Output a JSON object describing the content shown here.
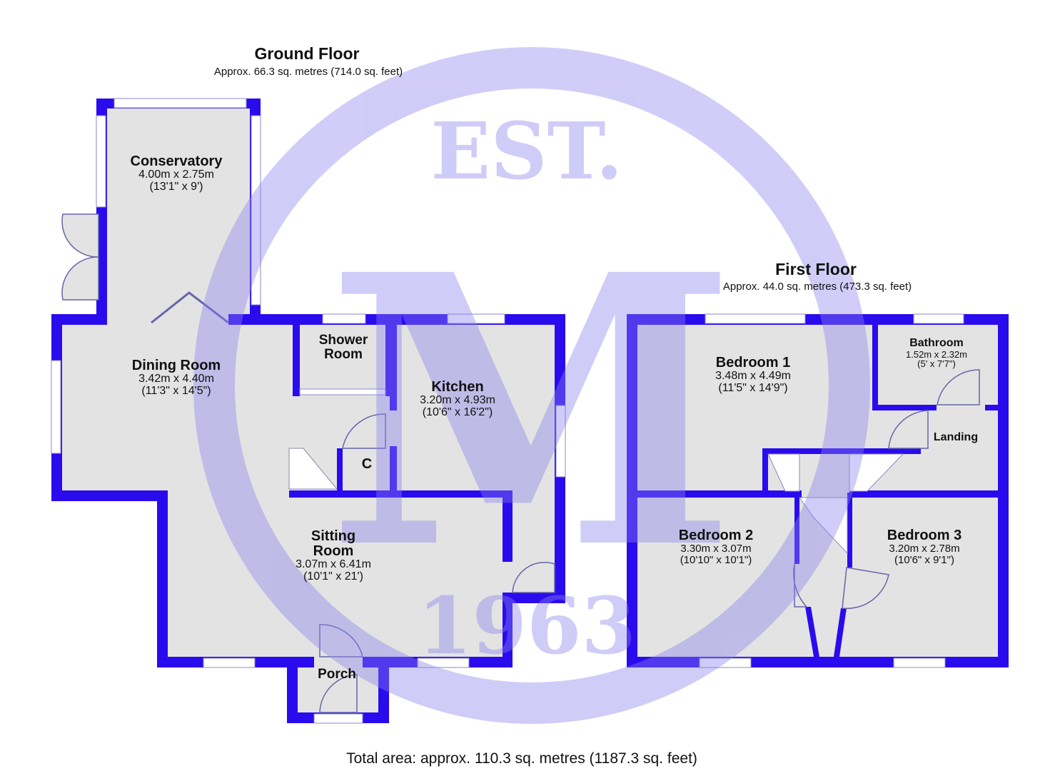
{
  "watermark": {
    "top_text": "EST.",
    "letter": "M",
    "year": "1963"
  },
  "colors": {
    "wall": "#2a0bee",
    "floor": "#e3e3e3",
    "watermark": "#8c82ee"
  },
  "ground_floor": {
    "title": "Ground Floor",
    "area": "Approx. 66.3 sq. metres (714.0 sq. feet)",
    "rooms": [
      {
        "name": "Conservatory",
        "metric": "4.00m x 2.75m",
        "imperial": "(13'1\" x 9')"
      },
      {
        "name": "Dining Room",
        "metric": "3.42m x 4.40m",
        "imperial": "(11'3\" x 14'5\")"
      },
      {
        "name": "Shower Room"
      },
      {
        "name": "Kitchen",
        "metric": "3.20m x 4.93m",
        "imperial": "(10'6\" x 16'2\")"
      },
      {
        "name": "C"
      },
      {
        "name": "Sitting Room",
        "metric": "3.07m x 6.41m",
        "imperial": "(10'1\" x 21')"
      },
      {
        "name": "Porch"
      }
    ]
  },
  "first_floor": {
    "title": "First Floor",
    "area": "Approx. 44.0 sq. metres (473.3 sq. feet)",
    "rooms": [
      {
        "name": "Bedroom 1",
        "metric": "3.48m x 4.49m",
        "imperial": "(11'5\" x 14'9\")"
      },
      {
        "name": "Bathroom",
        "metric": "1.52m x 2.32m",
        "imperial": "(5' x 7'7\")"
      },
      {
        "name": "Landing"
      },
      {
        "name": "Bedroom 2",
        "metric": "3.30m x 3.07m",
        "imperial": "(10'10\" x 10'1\")"
      },
      {
        "name": "Bedroom 3",
        "metric": "3.20m x 2.78m",
        "imperial": "(10'6\" x 9'1\")"
      }
    ]
  },
  "total_area": "Total area: approx. 110.3 sq. metres (1187.3 sq. feet)"
}
